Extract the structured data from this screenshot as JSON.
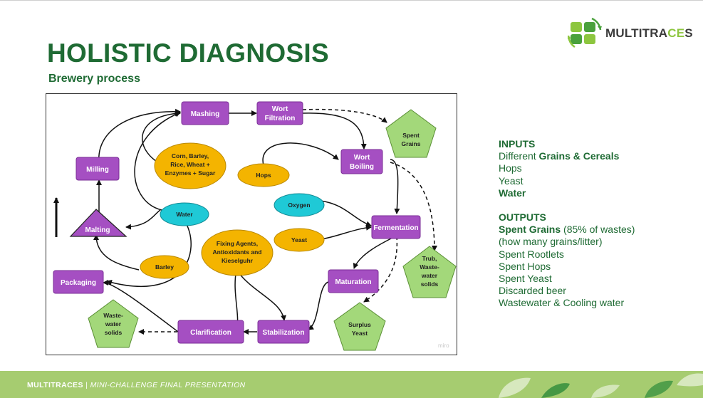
{
  "slide": {
    "title": "HOLISTIC DIAGNOSIS",
    "subtitle": "Brewery process"
  },
  "logo": {
    "text_main": "MULTITRA",
    "text_accent": "CE",
    "text_end": "S"
  },
  "diagram": {
    "watermark": "miro",
    "nodes": {
      "mashing": "Mashing",
      "wort_filtration": [
        "Wort",
        "Filtration"
      ],
      "spent_grains": [
        "Spent",
        "Grains"
      ],
      "milling": "Milling",
      "corn": [
        "Corn, Barley,",
        "Rice, Wheat +",
        "Enzymes + Sugar"
      ],
      "hops": "Hops",
      "wort_boiling": [
        "Wort",
        "Boiling"
      ],
      "water": "Water",
      "oxygen": "Oxygen",
      "malting": "Malting",
      "fixing": [
        "Fixing Agents,",
        "Antioxidants and",
        "Kieselguhr"
      ],
      "yeast": "Yeast",
      "fermentation": "Fermentation",
      "trub": [
        "Trub,",
        "Waste-",
        "water",
        "solids"
      ],
      "barley": "Barley",
      "packaging": "Packaging",
      "maturation": "Maturation",
      "waste_solids": [
        "Waste-",
        "water",
        "solids"
      ],
      "clarification": "Clarification",
      "stabilization": "Stabilization",
      "surplus_yeast": [
        "Surplus",
        "Yeast"
      ]
    }
  },
  "inputs": {
    "heading": "INPUTS",
    "line1_normal": "Different ",
    "line1_bold": "Grains & Cereals",
    "line2": "Hops",
    "line3": "Yeast",
    "line4": "Water"
  },
  "outputs": {
    "heading": "OUTPUTS",
    "line1_bold": "Spent Grains",
    "line1_normal": " (85% of wastes)",
    "line2": "(how many grains/litter)",
    "line3": "Spent Rootlets",
    "line4": "Spent Hops",
    "line5": "Spent Yeast",
    "line6": "Discarded beer",
    "line7": "Wastewater & Cooling water"
  },
  "footer": {
    "brand": "MULTITRACES",
    "separator": " | ",
    "subtitle": "MINI-CHALLENGE FINAL PRESENTATION"
  },
  "colors": {
    "brand_green": "#1f6b34",
    "footer_green": "#a6cc70",
    "process_purple": "#a54fc2",
    "input_yellow": "#f4b400",
    "water_cyan": "#1fc9d6",
    "output_green": "#a3d87a"
  }
}
